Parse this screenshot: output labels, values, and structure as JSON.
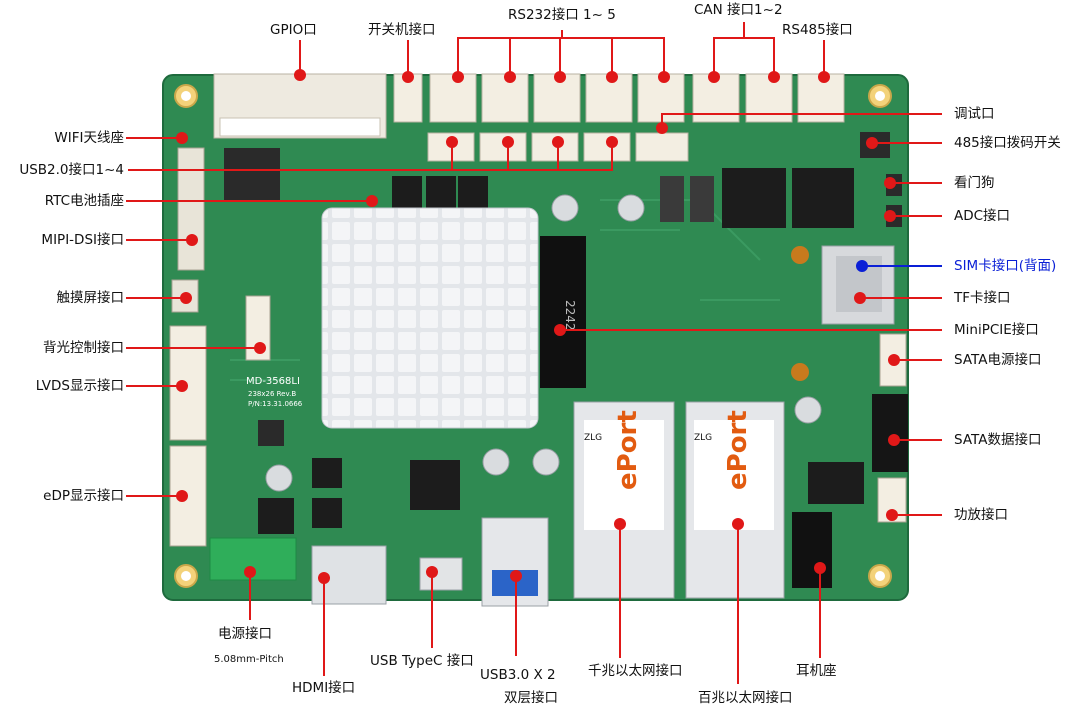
{
  "labels": {
    "gpio": "GPIO口",
    "switch": "开关机接口",
    "rs232": "RS232接口 1~ 5",
    "can": "CAN 接口1~2",
    "rs485": "RS485接口",
    "wifi": "WIFI天线座",
    "usb20": "USB2.0接口1~4",
    "rtc": "RTC电池插座",
    "mipi": "MIPI-DSI接口",
    "touch": "触摸屏接口",
    "backlight": "背光控制接口",
    "lvds": "LVDS显示接口",
    "edp": "eDP显示接口",
    "debug": "调试口",
    "dip485": "485接口拨码开关",
    "watchdog": "看门狗",
    "adc": "ADC接口",
    "sim": "SIM卡接口(背面)",
    "tf": "TF卡接口",
    "minipcie": "MiniPCIE接口",
    "sata_power": "SATA电源接口",
    "sata_data": "SATA数据接口",
    "amp": "功放接口",
    "power": "电源接口",
    "power_pitch": "5.08mm-Pitch",
    "hdmi": "HDMI接口",
    "typec": "USB TypeC 接口",
    "usb30_a": "USB3.0 X 2",
    "usb30_b": "双层接口",
    "gbe": "千兆以太网接口",
    "fe": "百兆以太网接口",
    "earphone": "耳机座"
  },
  "board": {
    "model": "MD-3568LI",
    "size": "238x26 Rev.B",
    "pn": "P/N:13.31.0666",
    "eth_brand": "ZLG",
    "eth_logo": "ePort",
    "slot_text": "2242"
  },
  "colors": {
    "pcb": "#2f8a52",
    "pcb_dark": "#1f6b3e",
    "pointer": "#e01818",
    "sim_pointer": "#0a1fd6",
    "heatsink": "#e9ecef",
    "connector": "#f3eee2",
    "chip": "#1c1c1c"
  }
}
